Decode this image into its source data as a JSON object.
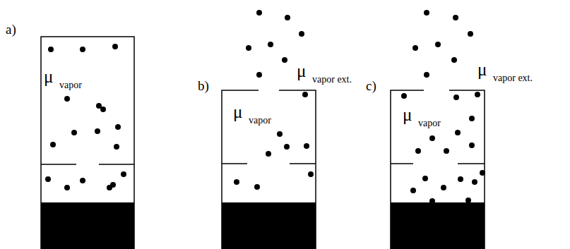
{
  "diagram": {
    "labels": [
      "a)",
      "μ",
      "vapor",
      "b)",
      "μ",
      "vapor ext.",
      "μ",
      "vapor",
      "c)",
      "μ",
      "vapor ext.",
      "μ",
      "vapor"
    ]
  }
}
